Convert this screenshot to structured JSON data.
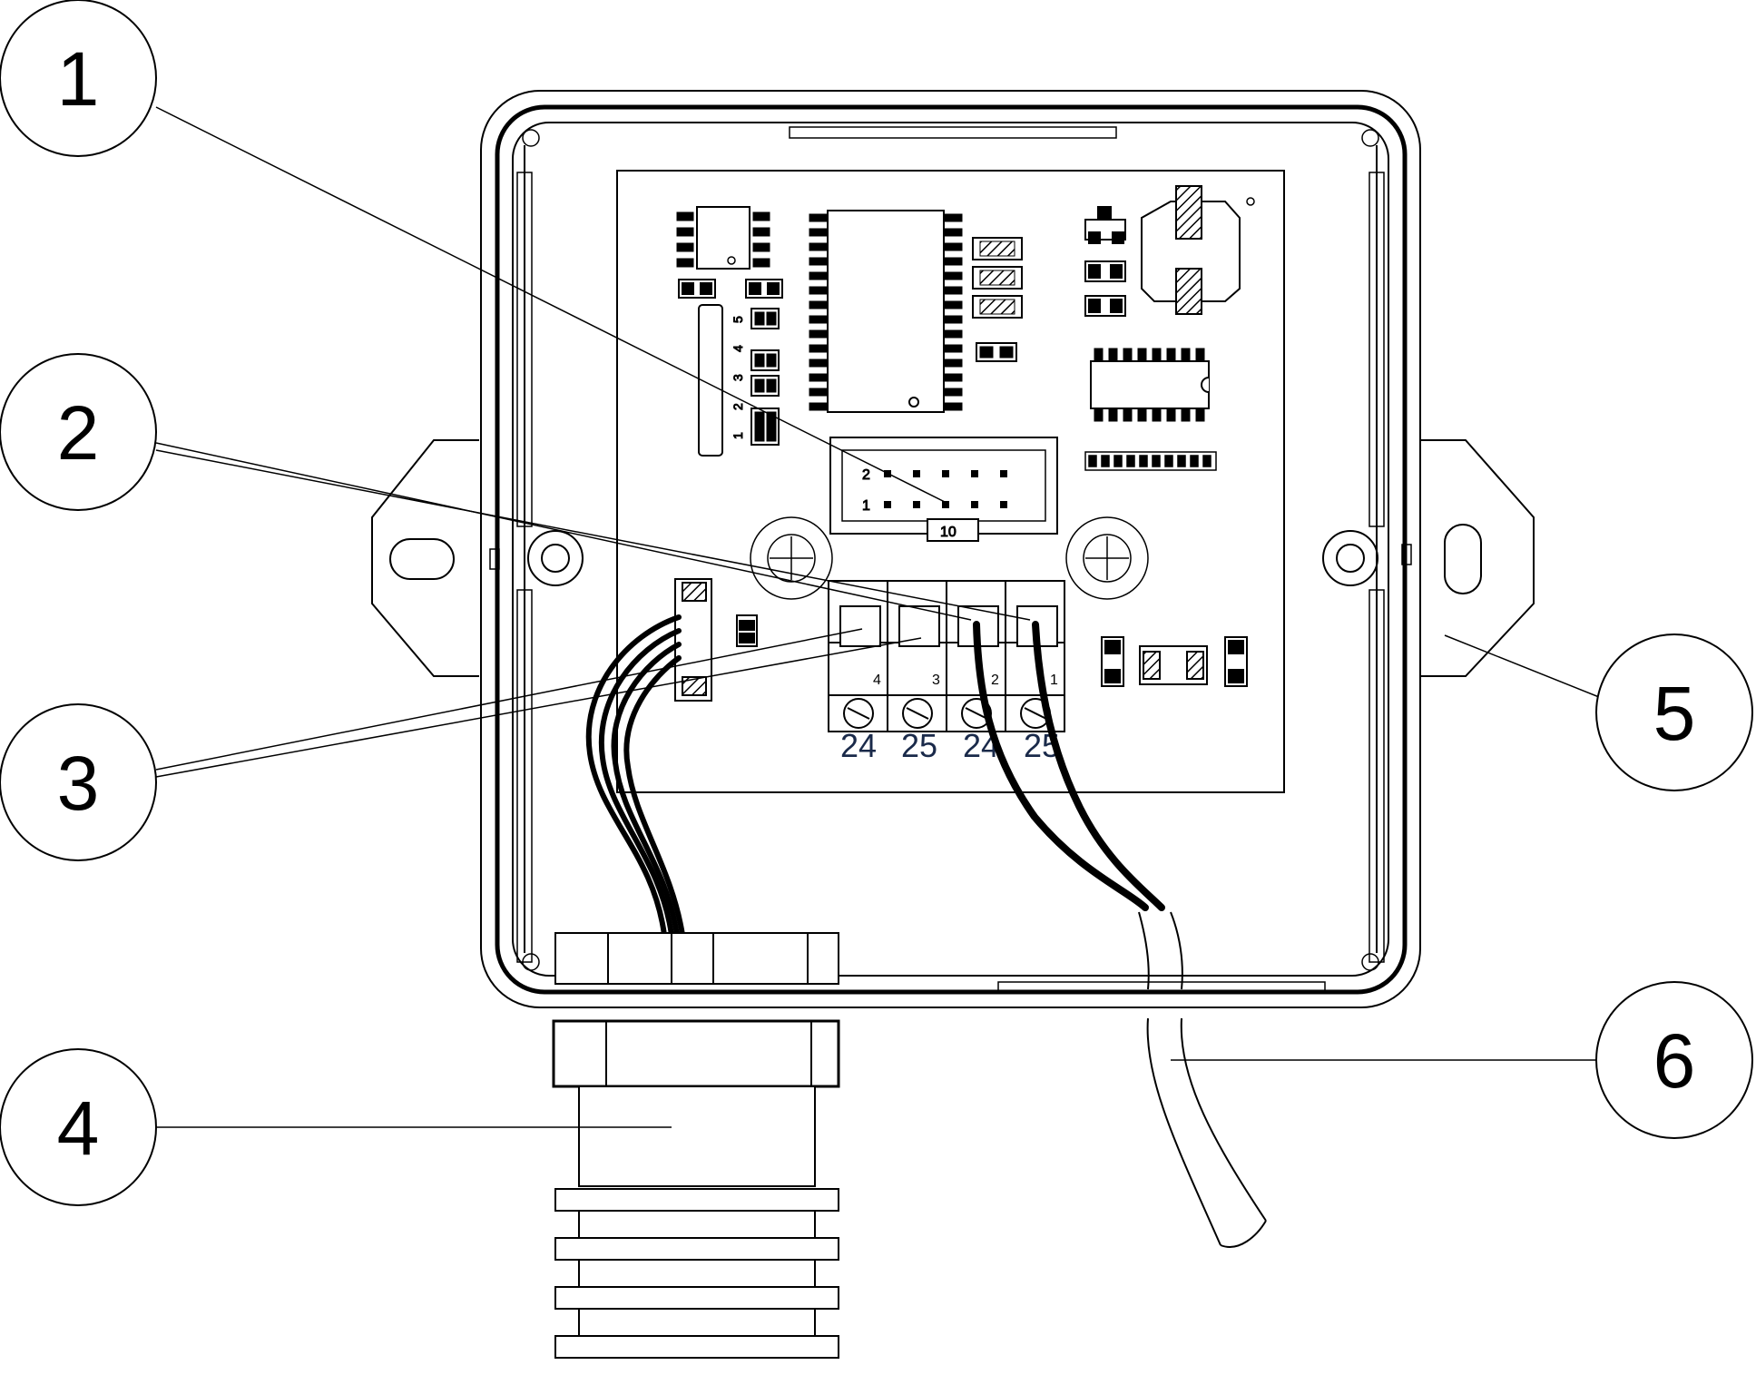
{
  "callouts": [
    {
      "id": "1",
      "label": "1"
    },
    {
      "id": "2",
      "label": "2"
    },
    {
      "id": "3",
      "label": "3"
    },
    {
      "id": "4",
      "label": "4"
    },
    {
      "id": "5",
      "label": "5"
    },
    {
      "id": "6",
      "label": "6"
    }
  ],
  "connector": {
    "row_labels": [
      "2",
      "1"
    ],
    "pin_count_label": "10"
  },
  "terminal_block": {
    "position_numbers": [
      "4",
      "3",
      "2",
      "1"
    ],
    "terminal_labels": [
      "24",
      "25",
      "24",
      "25"
    ]
  },
  "pcb_side_labels": [
    "5",
    "4",
    "3",
    "2",
    "1"
  ],
  "colors": {
    "line": "#000000",
    "background": "#ffffff",
    "terminal_text": "#1a2a4a"
  }
}
